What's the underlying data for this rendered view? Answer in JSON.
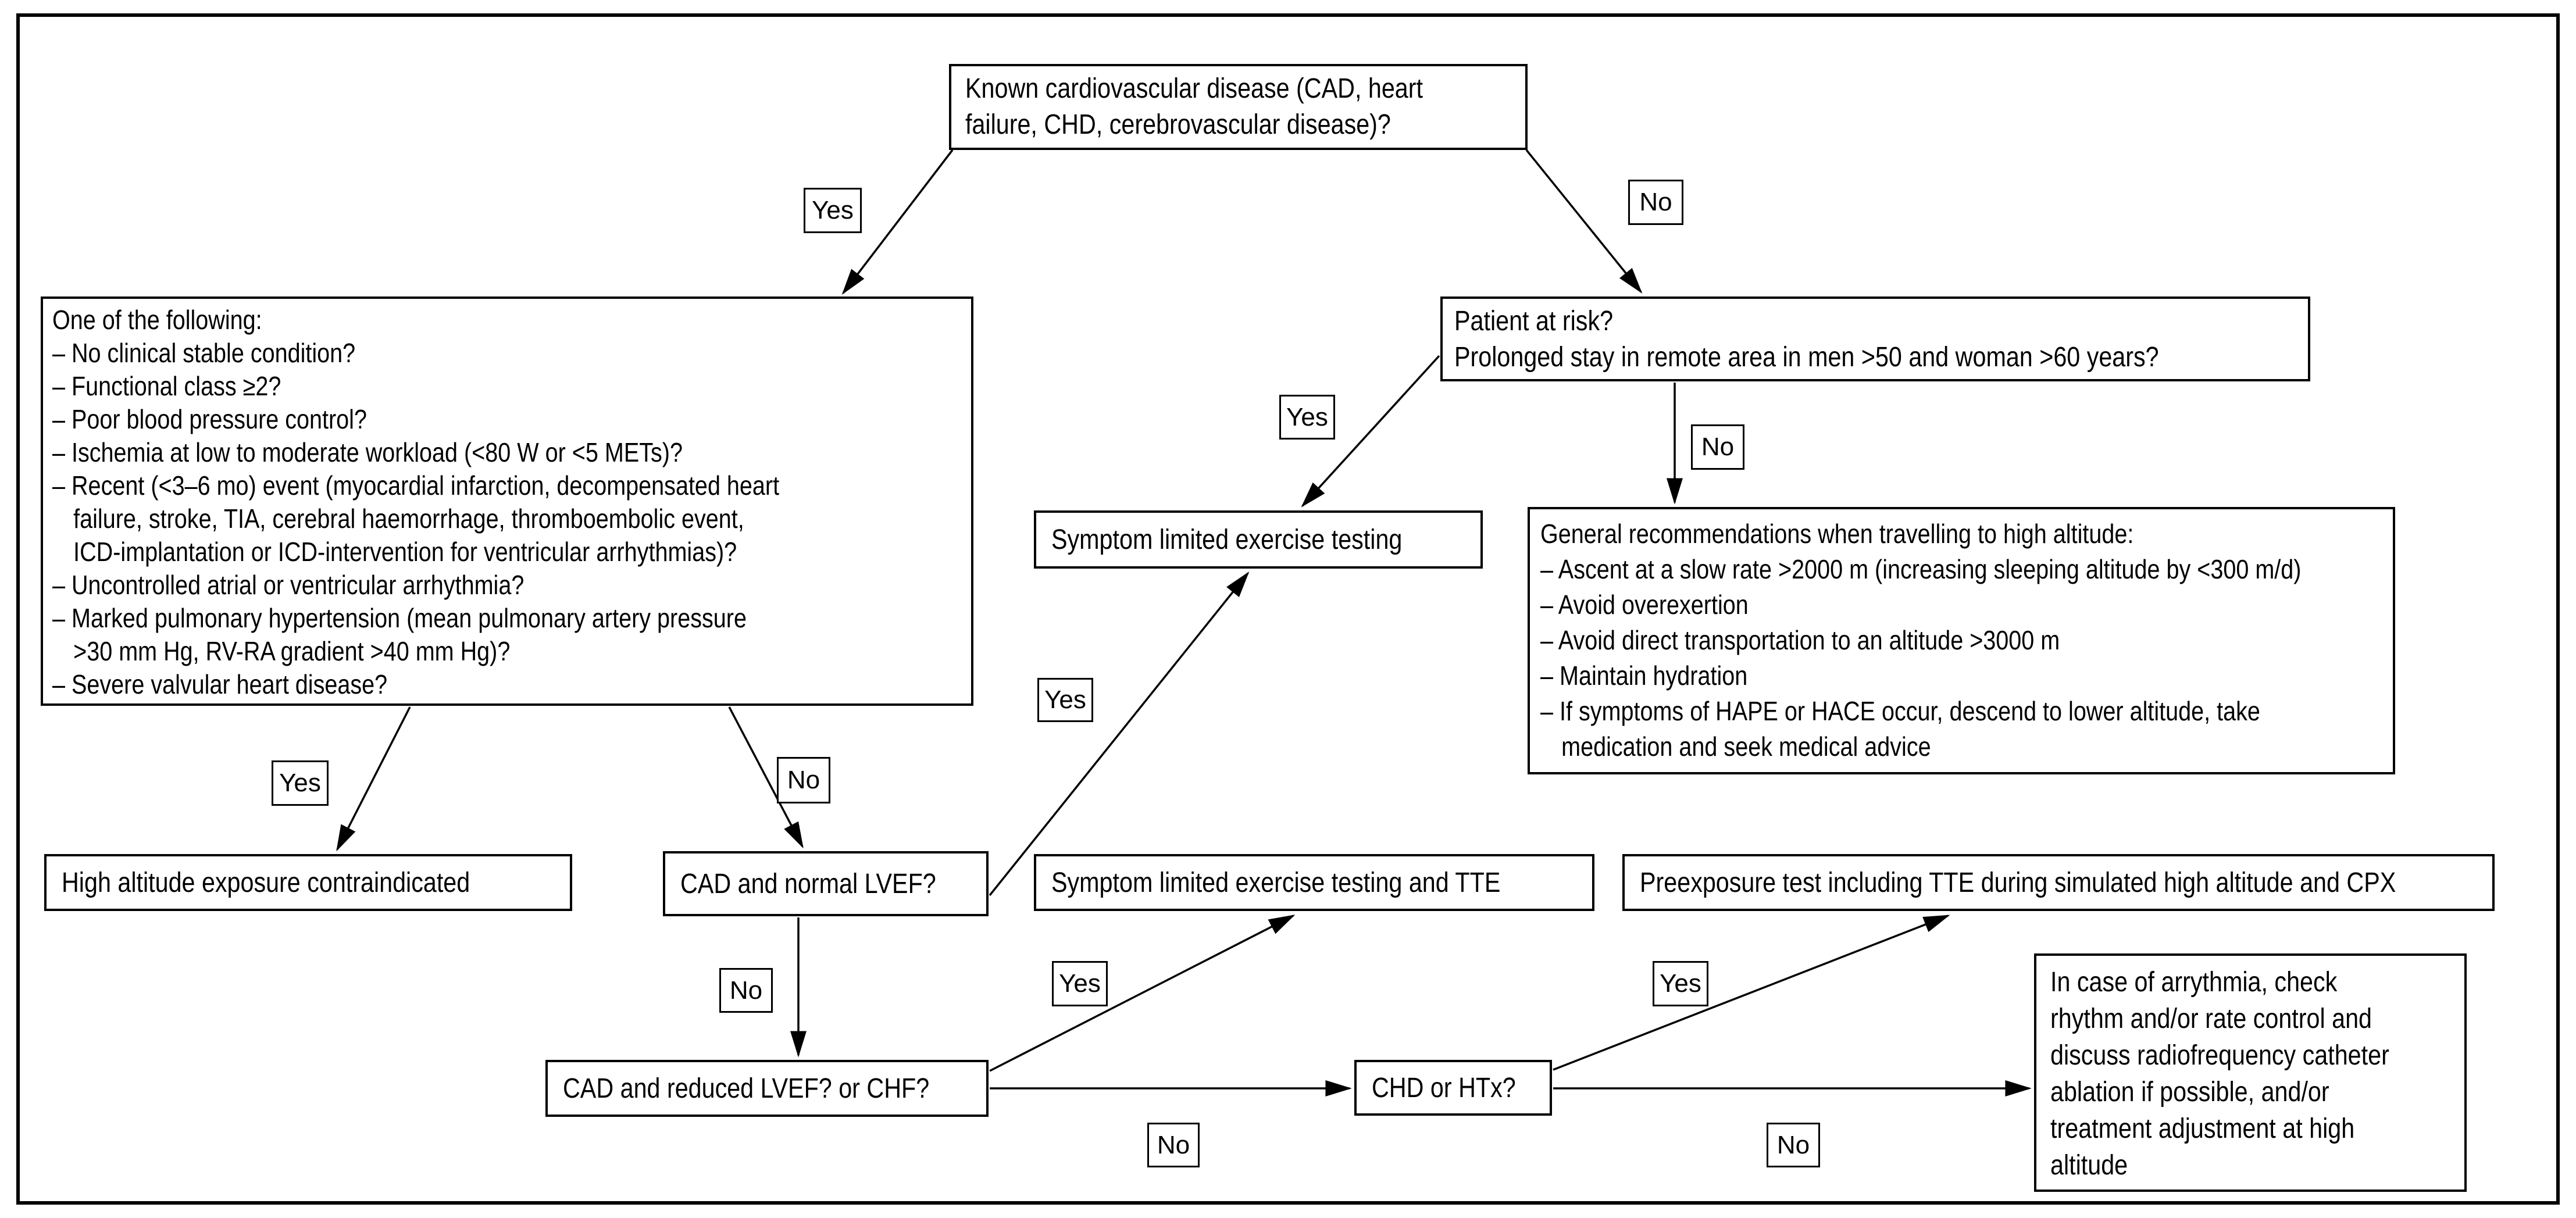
{
  "diagram": {
    "title_domain": "Cardiovascular disease and high-altitude travel decision flowchart",
    "colors": {
      "line": "#000000",
      "background": "#ffffff",
      "box_background": "#ffffff"
    },
    "nodes": {
      "known_cvd": {
        "lines": [
          "Known cardiovascular disease (CAD, heart",
          "failure, CHD, cerebrovascular disease)?"
        ]
      },
      "one_of_following": {
        "lines": [
          "One of the following:",
          "– No clinical stable condition?",
          "– Functional class ≥2?",
          "– Poor blood pressure control?",
          "– Ischemia at low to moderate workload (<80 W or <5 METs)?",
          "– Recent (<3–6 mo) event (myocardial infarction, decompensated heart",
          "failure, stroke, TIA, cerebral haemorrhage, thromboembolic event,",
          "ICD-implantation or ICD-intervention for ventricular arrhythmias)?",
          "– Uncontrolled atrial or ventricular arrhythmia?",
          "– Marked pulmonary hypertension (mean pulmonary artery pressure",
          ">30 mm Hg, RV-RA gradient >40 mm Hg)?",
          "– Severe valvular heart disease?"
        ]
      },
      "patient_at_risk": {
        "lines": [
          "Patient at risk?",
          "Prolonged stay in remote area in men >50 and woman >60 years?"
        ]
      },
      "symptom_testing": {
        "text": "Symptom limited exercise testing"
      },
      "general_recommendations": {
        "lines": [
          "General recommendations when travelling to high altitude:",
          "– Ascent at a slow rate >2000 m (increasing sleeping altitude by <300 m/d)",
          "– Avoid overexertion",
          "– Avoid direct transportation to an altitude >3000 m",
          "– Maintain hydration",
          "– If symptoms of HAPE or HACE occur, descend to lower altitude, take",
          "medication and seek medical advice"
        ]
      },
      "high_altitude_contraindicated": {
        "text": "High altitude exposure contraindicated"
      },
      "cad_normal_lvef": {
        "text": "CAD and normal LVEF?"
      },
      "symptom_testing_tte": {
        "text": "Symptom limited exercise testing and TTE"
      },
      "preexposure_test": {
        "text": "Preexposure test including TTE during simulated high altitude and CPX"
      },
      "cad_reduced_lvef": {
        "text": "CAD and reduced LVEF? or CHF?"
      },
      "chd_htx": {
        "text": "CHD or HTx?"
      },
      "arrhythmia_management": {
        "lines": [
          "In case of arrythmia, check",
          "rhythm and/or rate control and",
          "discuss radiofrequency catheter",
          "ablation if possible, and/or",
          "treatment adjustment at high",
          "altitude"
        ]
      }
    },
    "edge_labels": {
      "known_yes": "Yes",
      "known_no": "No",
      "risk_yes": "Yes",
      "risk_no": "No",
      "criteria_yes": "Yes",
      "criteria_no": "No",
      "cad_normal_yes": "Yes",
      "cad_normal_no": "No",
      "cad_reduced_yes": "Yes",
      "cad_reduced_no": "No",
      "chd_yes": "Yes",
      "chd_no": "No"
    }
  }
}
